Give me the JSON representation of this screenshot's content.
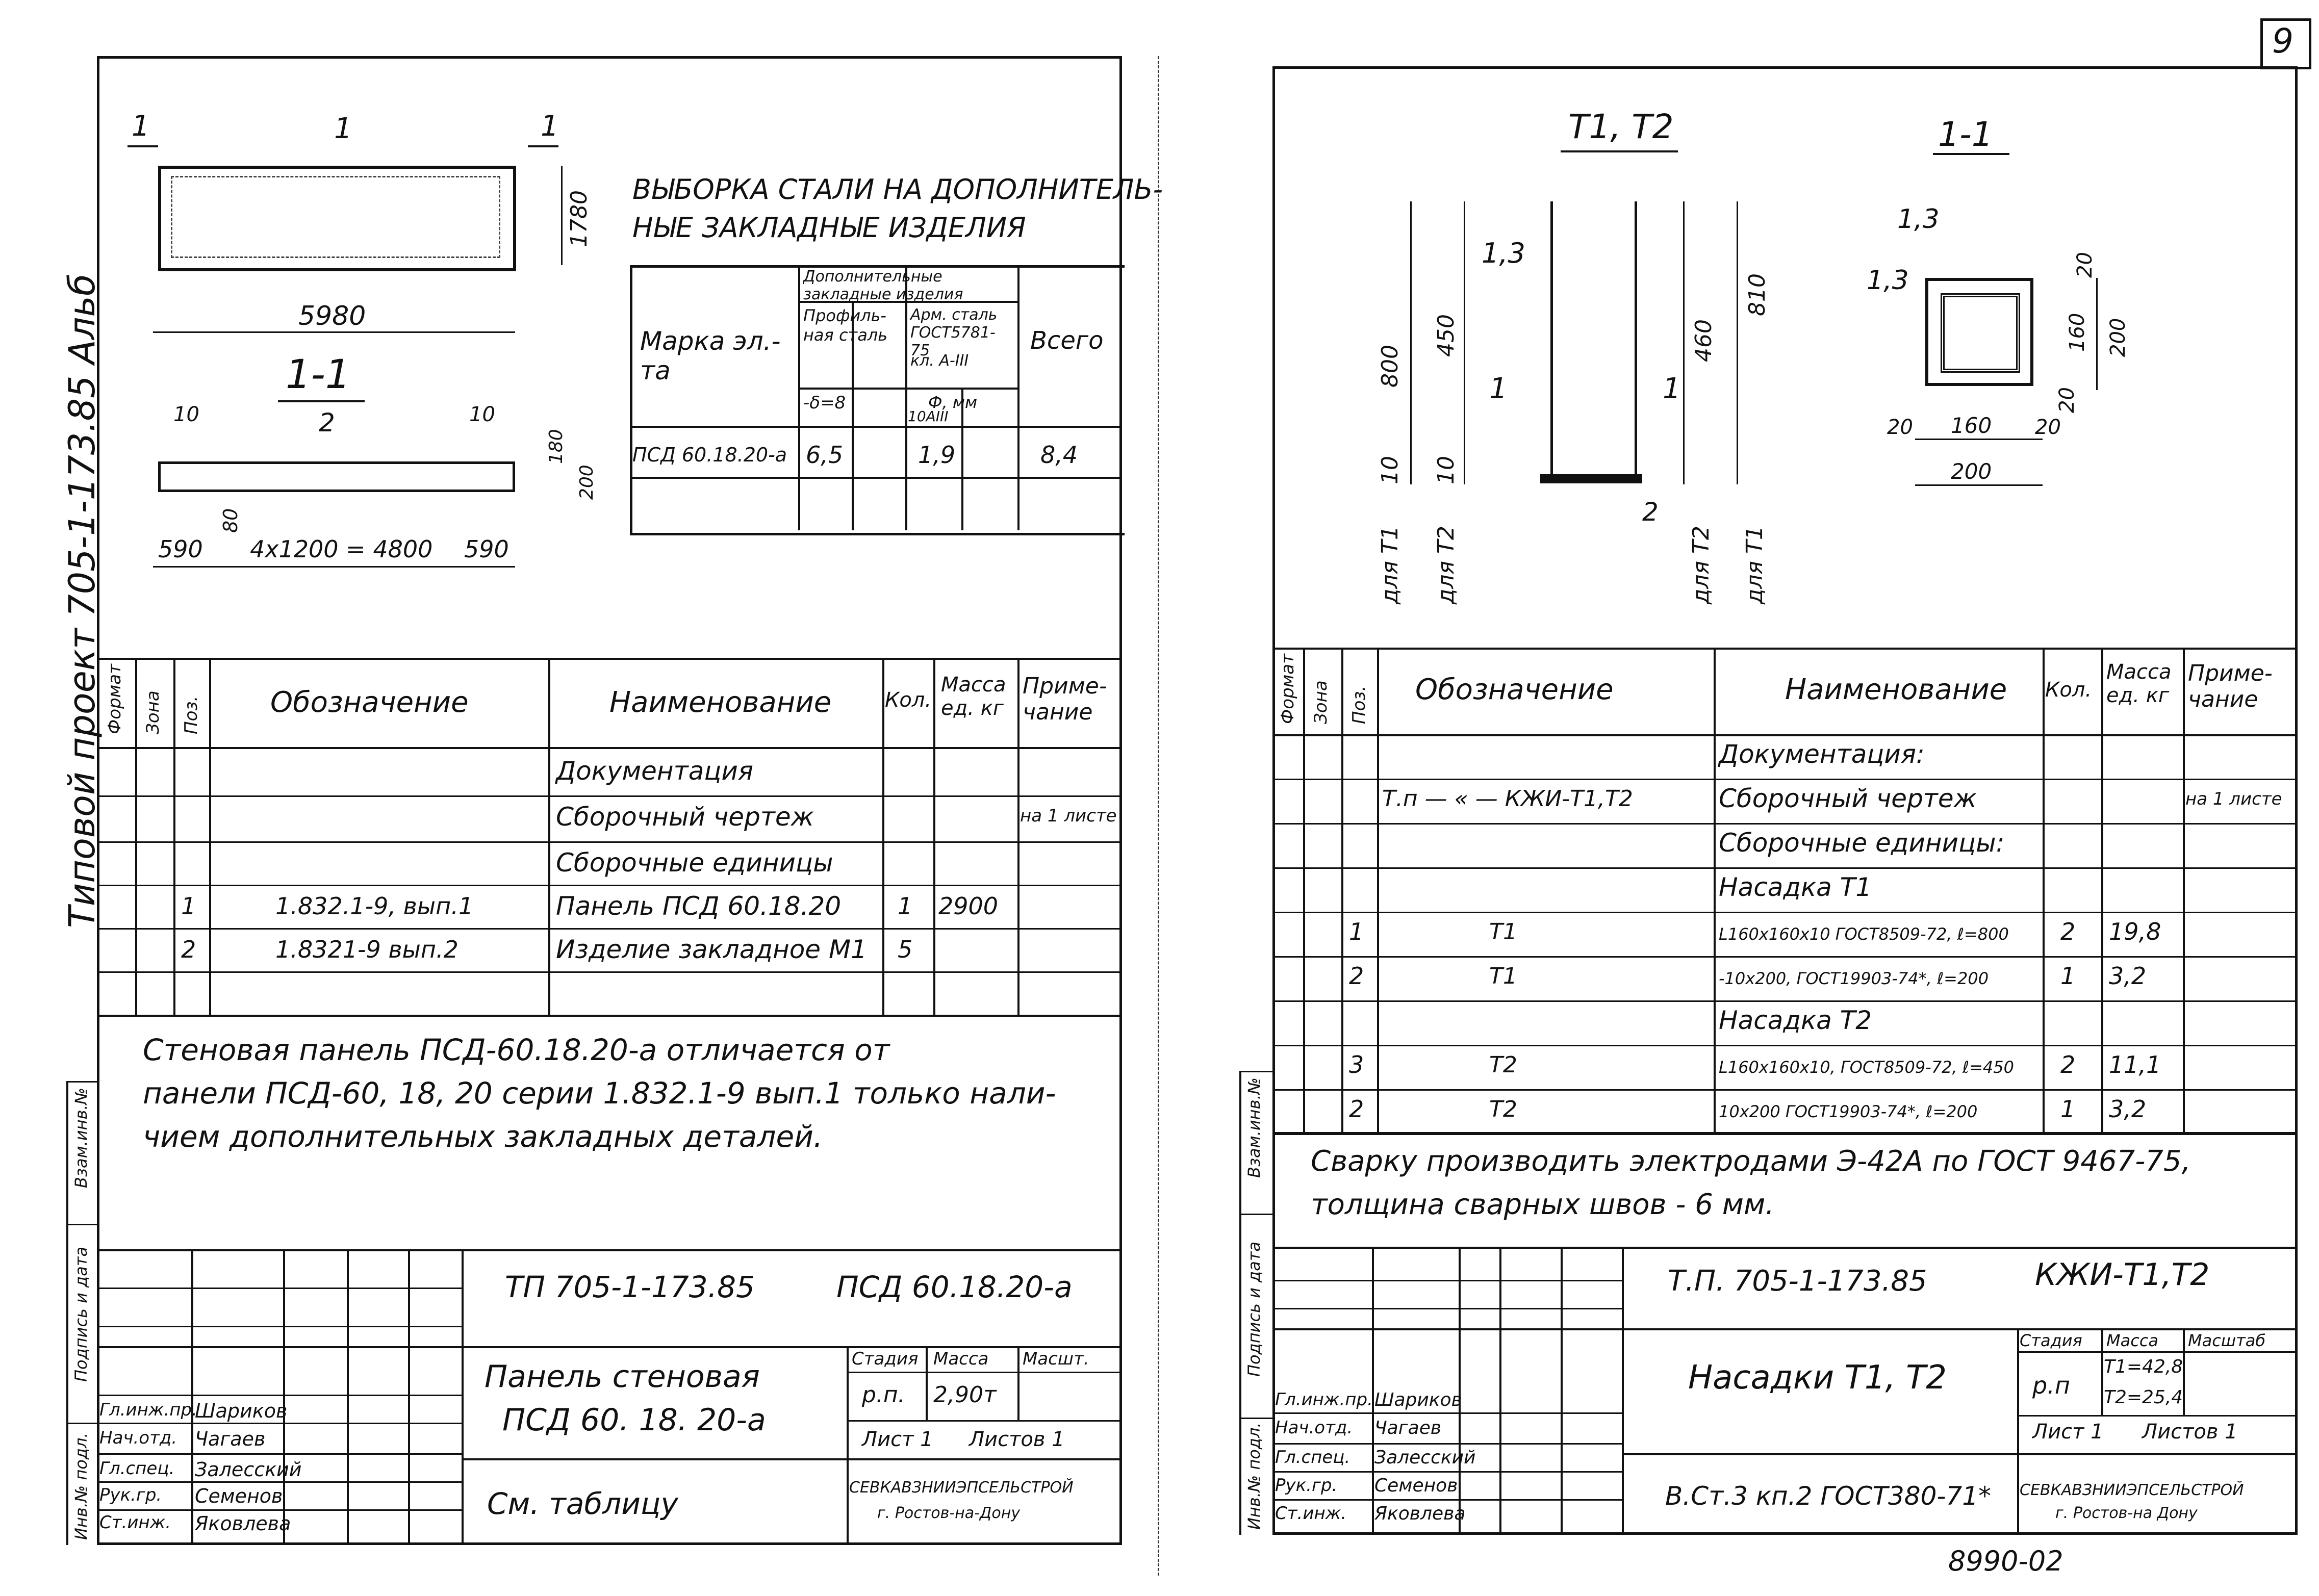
{
  "page_number": "9",
  "side_text": "Типовой проект 705-1-173.85 Альб",
  "bottom_code": "8990-02",
  "left_sheet": {
    "plan": {
      "section_mark_left": "1",
      "section_mark_right": "1",
      "callout": "1",
      "length": "5980",
      "height": "1780"
    },
    "section": {
      "title": "1-1",
      "dim_10_left": "10",
      "dim_10_right": "10",
      "callout": "2",
      "dim_180": "180",
      "dim_200": "200",
      "dim_80": "80",
      "dim_590_left": "590",
      "dim_middle": "4x1200 = 4800",
      "dim_590_right": "590"
    },
    "steel_table": {
      "title_line1": "ВЫБОРКА СТАЛИ НА ДОПОЛНИТЕЛЬ-",
      "title_line2": "НЫЕ ЗАКЛАДНЫЕ ИЗДЕЛИЯ",
      "h_mark": "Марка эл.-та",
      "h_group": "Дополнительные закладные изделия",
      "h_profile": "Профиль-ная сталь",
      "h_arm": "Арм. сталь ГОСТ5781-75",
      "h_class": "кл. А-III",
      "h_mm": "Ф, мм",
      "h_delta": "-δ=8",
      "h_10": "10АIII",
      "h_total": "Всего",
      "row_mark": "ПСД 60.18.20-а",
      "row_v1": "6,5",
      "row_v2": "1,9",
      "row_total": "8,4"
    },
    "spec_header": {
      "format": "Формат",
      "zone": "Зона",
      "pos": "Поз.",
      "designation": "Обозначение",
      "name": "Наименование",
      "qty": "Кол.",
      "mass": "Масса ед. кг",
      "note": "Приме-чание"
    },
    "spec_rows": [
      {
        "pos": "",
        "designation": "",
        "name": "Документация",
        "qty": "",
        "mass": "",
        "note": ""
      },
      {
        "pos": "",
        "designation": "",
        "name": "Сборочный чертеж",
        "qty": "",
        "mass": "",
        "note": "на 1 листе"
      },
      {
        "pos": "",
        "designation": "",
        "name": "Сборочные единицы",
        "qty": "",
        "mass": "",
        "note": ""
      },
      {
        "pos": "1",
        "designation": "1.832.1-9, вып.1",
        "name": "Панель ПСД 60.18.20",
        "qty": "1",
        "mass": "2900",
        "note": ""
      },
      {
        "pos": "2",
        "designation": "1.8321-9 вып.2",
        "name": "Изделие закладное М1",
        "qty": "5",
        "mass": "",
        "note": ""
      }
    ],
    "note_lines": [
      "Стеновая панель ПСД-60.18.20-а отличается от",
      "панели ПСД-60, 18, 20 серии 1.832.1-9 вып.1 только нали-",
      "чием дополнительных закладных деталей."
    ],
    "title_block": {
      "code": "ТП 705-1-173.85",
      "mark": "ПСД 60.18.20-а",
      "name_line1": "Панель стеновая",
      "name_line2": "ПСД 60. 18. 20-а",
      "see": "См. таблицу",
      "stage_label": "Стадия",
      "mass_label": "Масса",
      "scale_label": "Масшт.",
      "stage": "р.п.",
      "mass": "2,90т",
      "sheet": "Лист 1",
      "sheets": "Листов 1",
      "org1": "СЕВКАВЗНИИЭПСЕЛЬСТРОЙ",
      "org2": "г. Ростов-на-Дону",
      "signers": [
        {
          "role": "Гл.инж.пр.",
          "name": "Шариков"
        },
        {
          "role": "Нач.отд.",
          "name": "Чагаев"
        },
        {
          "role": "Гл.спец.",
          "name": "Залесский"
        },
        {
          "role": "Рук.гр.",
          "name": "Семенов"
        },
        {
          "role": "Ст.инж.",
          "name": "Яковлева"
        }
      ]
    },
    "left_strip": [
      "Инв.№ подл.",
      "Подпись и дата",
      "Взам.инв.№"
    ]
  },
  "right_sheet": {
    "elev": {
      "title": "Т1, Т2",
      "callout_13": "1,3",
      "callout_2": "2",
      "mark_left": "1",
      "mark_right": "1",
      "dim_800": "800",
      "dim_450": "450",
      "dim_10a": "10",
      "dim_460": "460",
      "dim_810": "810",
      "dim_10b": "10",
      "for_t1_left": "для Т1",
      "for_t2_left": "для Т2",
      "for_t2_right": "для Т2",
      "for_t1_right": "для Т1"
    },
    "sect": {
      "title": "1-1",
      "callout_top": "1,3",
      "callout_left": "1,3",
      "dim_20_top": "20",
      "dim_160_v": "160",
      "dim_200_v": "200",
      "dim_20_bot": "20",
      "dim_20_left": "20",
      "dim_160_h": "160",
      "dim_20_right": "20",
      "dim_200_h": "200"
    },
    "spec_header": {
      "format": "Формат",
      "zone": "Зона",
      "pos": "Поз.",
      "designation": "Обозначение",
      "name": "Наименование",
      "qty": "Кол.",
      "mass": "Масса ед. кг",
      "note": "Приме-чание"
    },
    "spec_rows": [
      {
        "pos": "",
        "designation": "",
        "name": "Документация:",
        "qty": "",
        "mass": "",
        "note": ""
      },
      {
        "pos": "",
        "designation": "Т.п — « — КЖИ-Т1,Т2",
        "name": "Сборочный чертеж",
        "qty": "",
        "mass": "",
        "note": "на 1 листе"
      },
      {
        "pos": "",
        "designation": "",
        "name": "Сборочные единицы:",
        "qty": "",
        "mass": "",
        "note": ""
      },
      {
        "pos": "",
        "designation": "",
        "name": "Насадка Т1",
        "qty": "",
        "mass": "",
        "note": ""
      },
      {
        "pos": "1",
        "designation": "Т1",
        "name": "L160x160x10 ГОСТ8509-72, ℓ=800",
        "qty": "2",
        "mass": "19,8",
        "note": ""
      },
      {
        "pos": "2",
        "designation": "Т1",
        "name": "-10x200, ГОСТ19903-74*, ℓ=200",
        "qty": "1",
        "mass": "3,2",
        "note": ""
      },
      {
        "pos": "",
        "designation": "",
        "name": "Насадка Т2",
        "qty": "",
        "mass": "",
        "note": ""
      },
      {
        "pos": "3",
        "designation": "Т2",
        "name": "L160x160x10, ГОСТ8509-72, ℓ=450",
        "qty": "2",
        "mass": "11,1",
        "note": ""
      },
      {
        "pos": "2",
        "designation": "Т2",
        "name": "10x200 ГОСТ19903-74*, ℓ=200",
        "qty": "1",
        "mass": "3,2",
        "note": ""
      }
    ],
    "note_lines": [
      "Сварку производить электродами Э-42А по ГОСТ 9467-75,",
      "толщина сварных швов - 6 мм."
    ],
    "title_block": {
      "code": "Т.П. 705-1-173.85",
      "mark": "КЖИ-Т1,Т2",
      "name": "Насадки Т1, Т2",
      "material": "В.Ст.3 кп.2 ГОСТ380-71*",
      "stage_label": "Стадия",
      "mass_label": "Масса",
      "scale_label": "Масштаб",
      "stage": "р.п",
      "mass1": "Т1=42,8",
      "mass2": "Т2=25,4",
      "sheet": "Лист 1",
      "sheets": "Листов 1",
      "org1": "СЕВКАВЗНИИЭПСЕЛЬСТРОЙ",
      "org2": "г. Ростов-на Дону",
      "signers": [
        {
          "role": "Гл.инж.пр.",
          "name": "Шариков"
        },
        {
          "role": "Нач.отд.",
          "name": "Чагаев"
        },
        {
          "role": "Гл.спец.",
          "name": "Залесский"
        },
        {
          "role": "Рук.гр.",
          "name": "Семенов"
        },
        {
          "role": "Ст.инж.",
          "name": "Яковлева"
        }
      ]
    },
    "left_strip": [
      "Инв.№ подл.",
      "Подпись и дата",
      "Взам.инв.№"
    ]
  }
}
